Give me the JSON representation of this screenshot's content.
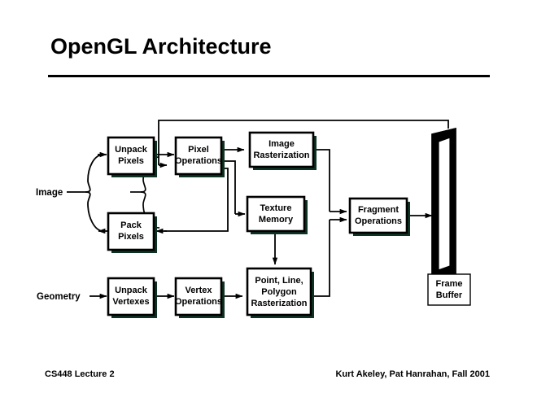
{
  "slide": {
    "title": "OpenGL Architecture",
    "footer_left": "CS448 Lecture 2",
    "footer_right": "Kurt Akeley, Pat Hanrahan, Fall 2001"
  },
  "colors": {
    "background": "#ffffff",
    "ink": "#000000",
    "box_fill": "#ffffff",
    "box_stroke": "#000000",
    "box_shadow": "#0d3323",
    "rule": "#000000"
  },
  "diagram": {
    "type": "flowchart",
    "inputs": [
      {
        "id": "image-input",
        "label": "Image"
      },
      {
        "id": "geometry-input",
        "label": "Geometry"
      }
    ],
    "boxes": [
      {
        "id": "unpack-pixels",
        "lines": [
          "Unpack",
          "Pixels"
        ]
      },
      {
        "id": "pack-pixels",
        "lines": [
          "Pack",
          "Pixels"
        ]
      },
      {
        "id": "pixel-operations",
        "lines": [
          "Pixel",
          "Operations"
        ]
      },
      {
        "id": "image-rasterization",
        "lines": [
          "Image",
          "Rasterization"
        ]
      },
      {
        "id": "texture-memory",
        "lines": [
          "Texture",
          "Memory"
        ]
      },
      {
        "id": "unpack-vertexes",
        "lines": [
          "Unpack",
          "Vertexes"
        ]
      },
      {
        "id": "vertex-operations",
        "lines": [
          "Vertex",
          "Operations"
        ]
      },
      {
        "id": "polygon-rasterization",
        "lines": [
          "Point, Line,",
          "Polygon",
          "Rasterization"
        ]
      },
      {
        "id": "fragment-operations",
        "lines": [
          "Fragment",
          "Operations"
        ]
      }
    ],
    "frame_buffer": {
      "id": "frame-buffer",
      "lines": [
        "Frame",
        "Buffer"
      ]
    },
    "edges": [
      {
        "from": "image-input",
        "to": "unpack-pixels"
      },
      {
        "from": "pack-pixels",
        "to": "image-input"
      },
      {
        "from": "unpack-pixels",
        "to": "pixel-operations"
      },
      {
        "from": "pixel-operations",
        "to": "image-rasterization"
      },
      {
        "from": "pixel-operations",
        "to": "texture-memory"
      },
      {
        "from": "pixel-operations",
        "to": "pack-pixels"
      },
      {
        "from": "frame-buffer",
        "to": "pixel-operations"
      },
      {
        "from": "image-rasterization",
        "to": "fragment-operations"
      },
      {
        "from": "texture-memory",
        "to": "polygon-rasterization"
      },
      {
        "from": "geometry-input",
        "to": "unpack-vertexes"
      },
      {
        "from": "unpack-vertexes",
        "to": "vertex-operations"
      },
      {
        "from": "vertex-operations",
        "to": "polygon-rasterization"
      },
      {
        "from": "polygon-rasterization",
        "to": "fragment-operations"
      },
      {
        "from": "fragment-operations",
        "to": "frame-buffer"
      }
    ]
  }
}
